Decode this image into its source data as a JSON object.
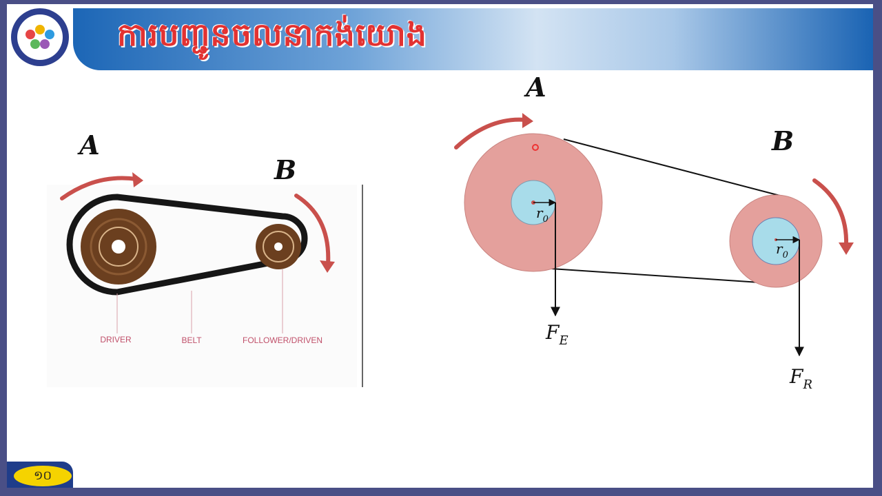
{
  "slide": {
    "title": "ការបញ្ជូនចលនាកង់យោង",
    "page_number": "១០"
  },
  "left_diagram": {
    "label_a": "A",
    "label_b": "B",
    "caption_driver": "DRIVER",
    "caption_belt": "BELT",
    "caption_follower": "FOLLOWER/DRIVEN"
  },
  "right_diagram": {
    "label_a": "A",
    "label_b": "B",
    "radius_label": "r",
    "radius_sub": "0",
    "force_effort": "F",
    "force_effort_sub": "E",
    "force_resistance": "F",
    "force_resistance_sub": "R"
  },
  "colors": {
    "title_red": "#e23232",
    "header_blue": "#1c66b6",
    "pulley_pink": "#e4a09c",
    "hub_blue": "#a8dcea",
    "arrow_red": "#c9504c",
    "pulley_brown": "#6b3f1f",
    "belt_dark": "#1a1a1a",
    "badge_yellow": "#f5d300"
  }
}
